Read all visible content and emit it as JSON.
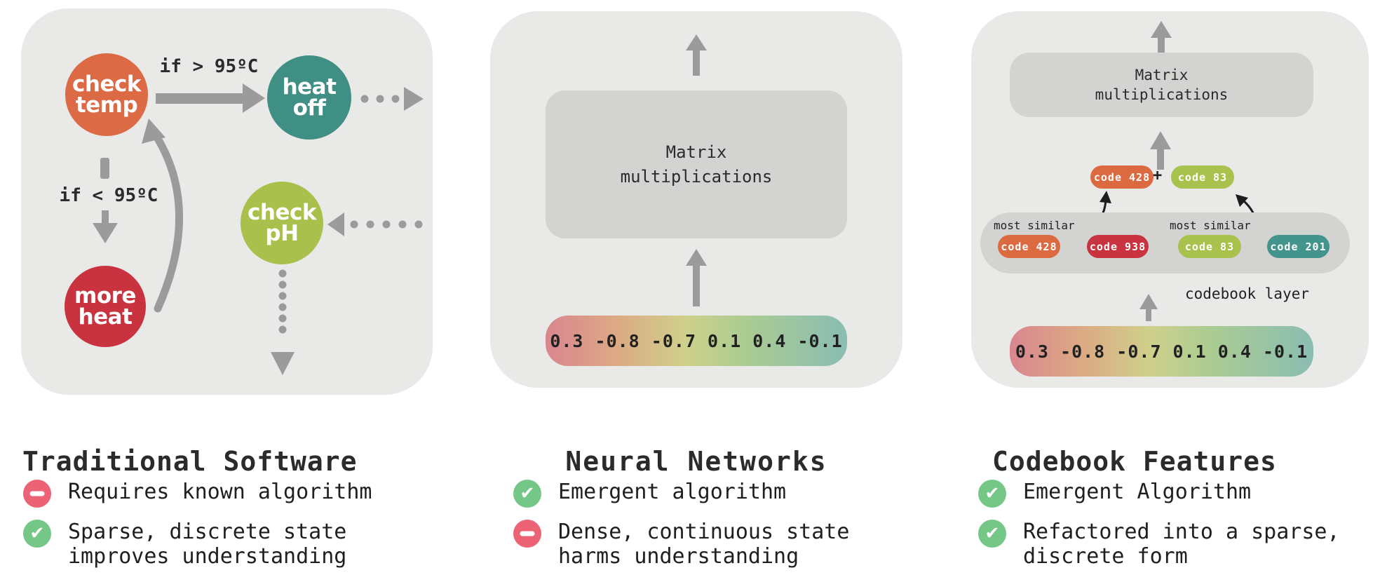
{
  "colors": {
    "panel_bg": "#e9e9e7",
    "inner_box_bg": "#d3d3d1",
    "arrow_gray": "#9b9b9b",
    "text_dark": "#2b2b2b",
    "node_check_temp": "#dc6a44",
    "node_heat_off": "#3f8f85",
    "node_check_ph": "#a9c04c",
    "node_more_heat": "#c93340",
    "pill_code_428": "#dc6a41",
    "pill_code_938": "#c9333f",
    "pill_code_83": "#a9c14d",
    "pill_code_201": "#43948c",
    "icon_check_green": "#74c787",
    "icon_minus_red": "#ec6375",
    "vector_gradient": [
      "#d9868f",
      "#dcaa84",
      "#cfd08b",
      "#abcc92",
      "#8abdb2"
    ]
  },
  "left": {
    "title": "Traditional Software",
    "nodes": {
      "check_temp": "check\ntemp",
      "heat_off": "heat\noff",
      "check_ph": "check\npH",
      "more_heat": "more\nheat"
    },
    "conditions": {
      "hot": "if > 95ºC",
      "cold": "if < 95ºC"
    },
    "bullets": [
      {
        "icon": "minus",
        "text": "Requires known algorithm"
      },
      {
        "icon": "check",
        "text": "Sparse, discrete state\nimproves understanding"
      }
    ]
  },
  "middle": {
    "title": "Neural Networks",
    "box": "Matrix\nmultiplications",
    "vector": "0.3 -0.8 -0.7 0.1 0.4 -0.1",
    "bullets": [
      {
        "icon": "check",
        "text": "Emergent algorithm"
      },
      {
        "icon": "minus",
        "text": "Dense, continuous state\nharms understanding"
      }
    ]
  },
  "right": {
    "title": "Codebook Features",
    "box": "Matrix\nmultiplications",
    "selected": {
      "code_a": "code 428",
      "plus": "+",
      "code_b": "code 83"
    },
    "codebook": {
      "label": "codebook layer",
      "most_similar_left": "most similar",
      "most_similar_right": "most similar",
      "codes": [
        "code 428",
        "code 938",
        "code 83",
        "code 201"
      ]
    },
    "vector": "0.3 -0.8 -0.7 0.1 0.4 -0.1",
    "bullets": [
      {
        "icon": "check",
        "text": "Emergent Algorithm"
      },
      {
        "icon": "check",
        "text": "Refactored into a sparse,\ndiscrete form"
      }
    ]
  }
}
